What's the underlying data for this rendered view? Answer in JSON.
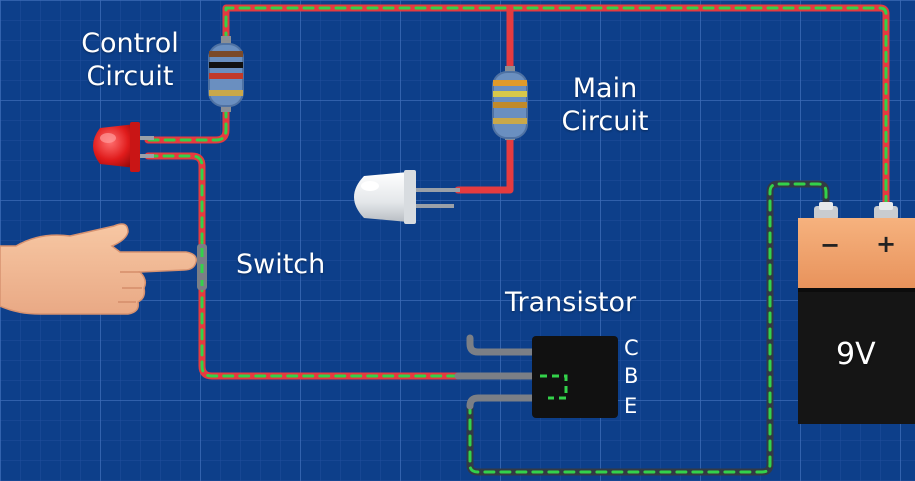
{
  "labels": {
    "control_circuit_line1": "Control",
    "control_circuit_line2": "Circuit",
    "main_circuit_line1": "Main",
    "main_circuit_line2": "Circuit",
    "switch": "Switch",
    "transistor": "Transistor",
    "pin_c": "C",
    "pin_b": "B",
    "pin_e": "E",
    "battery_voltage": "9V",
    "battery_minus": "−",
    "battery_plus": "+"
  },
  "colors": {
    "background": "#0d3f8a",
    "grid_major": "#3c6bb6",
    "grid_minor": "#214f9c",
    "wire_red": "#e53b3f",
    "wire_current": "#33d24a",
    "wire_gray": "#7b7f86",
    "battery_top": "#f0a06a",
    "battery_body": "#151515",
    "transistor_body": "#111111"
  },
  "icons": {
    "hand": "pointing-hand-icon",
    "red_led": "red-led-icon",
    "white_led": "white-led-icon",
    "resistor_control": "resistor-icon",
    "resistor_main": "resistor-icon",
    "battery": "battery-9v-icon",
    "transistor": "transistor-icon"
  }
}
